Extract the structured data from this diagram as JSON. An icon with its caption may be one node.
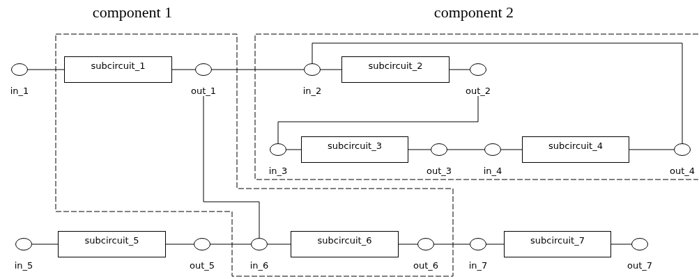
{
  "diagram": {
    "nodes": [
      {
        "text": [
          "in_1"
        ]
      },
      {
        "text": [
          "component 1"
        ]
      },
      {
        "text": [
          "subcircuit_1"
        ],
        "in": 1
      },
      {
        "text": [
          "out_1"
        ],
        "in": 1
      },
      {
        "text": [
          "component 2"
        ]
      },
      {
        "text": [
          "in_2"
        ],
        "in": 4
      },
      {
        "text": [
          "subcircuit_2"
        ],
        "in": 4
      },
      {
        "text": [
          "out_2"
        ],
        "in": 4
      },
      {
        "text": [
          "in_3"
        ],
        "in": 4
      },
      {
        "text": [
          "subcircuit_3"
        ],
        "in": 4
      },
      {
        "text": [
          "out_3"
        ],
        "in": 4
      },
      {
        "text": [
          "in_4"
        ],
        "in": 4
      },
      {
        "text": [
          "subcircuit_4"
        ],
        "in": 4
      },
      {
        "text": [
          "out_4"
        ],
        "in": 4
      },
      {
        "text": [
          "in_5"
        ]
      },
      {
        "text": [
          "subcircuit_5"
        ]
      },
      {
        "text": [
          "out_5"
        ]
      },
      {
        "text": [
          "in_6"
        ],
        "in": 1
      },
      {
        "text": [
          "subcircuit_6"
        ],
        "in": 1
      },
      {
        "text": [
          "out_6"
        ],
        "in": 1
      },
      {
        "text": [
          "in_7"
        ]
      },
      {
        "text": [
          "subcircuit_7"
        ]
      },
      {
        "text": [
          "out_7"
        ]
      }
    ],
    "edges": [
      {
        "from": 0,
        "to": 2,
        "arrow": "none"
      },
      {
        "from": 2,
        "to": 3,
        "arrow": "none"
      },
      {
        "from": 3,
        "to": 5,
        "arrow": "none"
      },
      {
        "from": 5,
        "to": 6,
        "arrow": "none"
      },
      {
        "from": 6,
        "to": 7,
        "arrow": "none"
      },
      {
        "from": 7,
        "to": 8,
        "arrow": "none"
      },
      {
        "from": 8,
        "to": 9,
        "arrow": "none"
      },
      {
        "from": 9,
        "to": 10,
        "arrow": "none"
      },
      {
        "from": 10,
        "to": 11,
        "arrow": "none"
      },
      {
        "from": 11,
        "to": 12,
        "arrow": "none"
      },
      {
        "from": 12,
        "to": 13,
        "arrow": "none"
      },
      {
        "from": 13,
        "to": 5,
        "arrow": "none"
      },
      {
        "from": 3,
        "to": 17,
        "arrow": "none"
      },
      {
        "from": 14,
        "to": 15,
        "arrow": "none"
      },
      {
        "from": 15,
        "to": 16,
        "arrow": "none"
      },
      {
        "from": 16,
        "to": 17,
        "arrow": "none"
      },
      {
        "from": 17,
        "to": 18,
        "arrow": "none"
      },
      {
        "from": 18,
        "to": 19,
        "arrow": "none"
      },
      {
        "from": 19,
        "to": 20,
        "arrow": "none"
      },
      {
        "from": 20,
        "to": 21,
        "arrow": "none"
      },
      {
        "from": 21,
        "to": 22,
        "arrow": "none"
      }
    ]
  }
}
